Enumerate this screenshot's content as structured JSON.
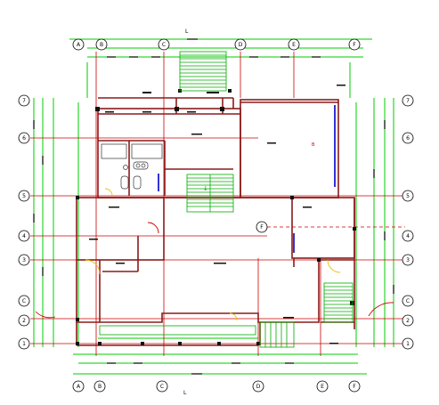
{
  "drawing": {
    "colors": {
      "background": "#ffffff",
      "wall": "#8b1a1a",
      "dimension": "#00cc00",
      "axis": "#cc0000",
      "stair": "#00aa00",
      "window": "#0000cc",
      "door": "#e6c200",
      "text": "#000000"
    },
    "top_axes": [
      "A",
      "B",
      "C",
      "D",
      "E",
      "F"
    ],
    "bottom_axes": [
      "A",
      "B",
      "C",
      "D",
      "E",
      "F"
    ],
    "left_axes": [
      "7",
      "6",
      "5",
      "4",
      "3",
      "C",
      "2",
      "1"
    ],
    "right_axes": [
      "7",
      "6",
      "5",
      "4",
      "3",
      "C",
      "2",
      "1"
    ],
    "inner_axis": "F",
    "top_mark": "L",
    "bottom_mark": "L",
    "red_mark": "B",
    "stair_arrow": "↓"
  }
}
